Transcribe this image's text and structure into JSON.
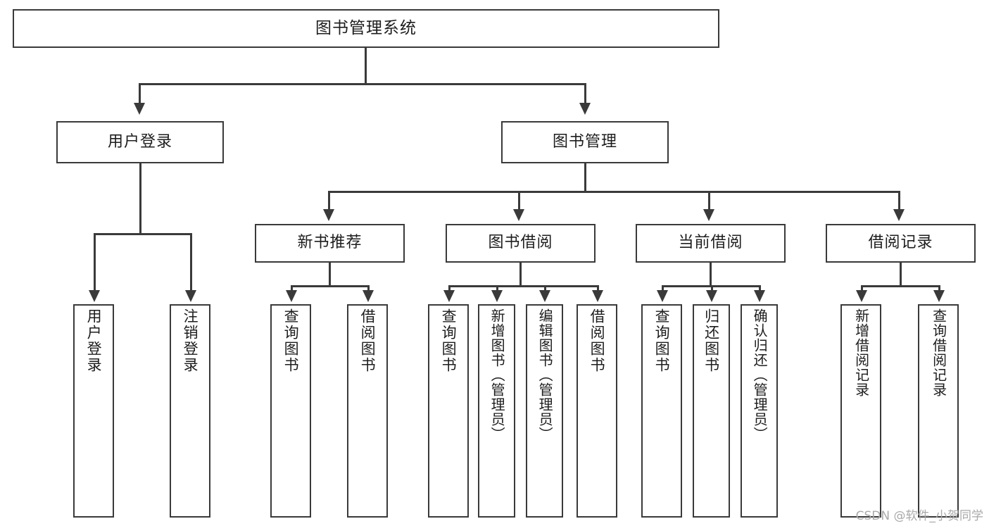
{
  "diagram": {
    "type": "tree",
    "title": "图书管理系统",
    "watermark": "CSDN @软件_小贺同学",
    "colors": {
      "stroke": "#3a3a3a",
      "fill": "#ffffff",
      "text": "#1d1d1d",
      "watermark": "#a9a9a9"
    },
    "root": {
      "label": "图书管理系统"
    },
    "level2": [
      {
        "label": "用户登录"
      },
      {
        "label": "图书管理"
      }
    ],
    "level3": [
      {
        "label": "新书推荐"
      },
      {
        "label": "图书借阅"
      },
      {
        "label": "当前借阅"
      },
      {
        "label": "借阅记录"
      }
    ],
    "leaves": {
      "user_login": [
        {
          "label": "用户登录"
        },
        {
          "label": "注销登录"
        }
      ],
      "new_book": [
        {
          "label": "查询图书"
        },
        {
          "label": "借阅图书"
        }
      ],
      "book_borrow": [
        {
          "label": "查询图书"
        },
        {
          "label": "新增图书（管理员）"
        },
        {
          "label": "编辑图书（管理员）"
        },
        {
          "label": "借阅图书"
        }
      ],
      "current_borrow": [
        {
          "label": "查询图书"
        },
        {
          "label": "归还图书"
        },
        {
          "label": "确认归还（管理员）"
        }
      ],
      "borrow_record": [
        {
          "label": "新增借阅记录"
        },
        {
          "label": "查询借阅记录"
        }
      ]
    }
  }
}
